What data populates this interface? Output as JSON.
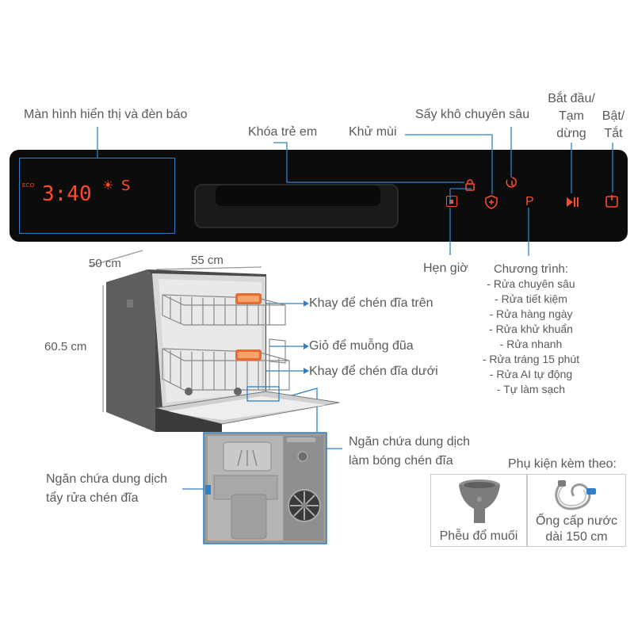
{
  "panel": {
    "display_label": "Màn hình hiển thị và đèn báo",
    "display_value": "3:40",
    "eco_text": "ECO",
    "s_glyph": "S",
    "child_lock": "Khóa trẻ em",
    "deodorize": "Khử mùi",
    "deep_dry": "Sấy khô chuyên sâu",
    "start_pause": [
      "Bắt đầu/",
      "Tạm",
      "dừng"
    ],
    "power": [
      "Bật/",
      "Tắt"
    ],
    "timer": "Hẹn giờ",
    "program_btn_glyph": "P",
    "programs_title": "Chương trình:",
    "programs": [
      "- Rửa chuyên sâu",
      "- Rửa tiết kiệm",
      "- Rửa hàng ngày",
      "- Rửa khử khuẩn",
      "- Rửa nhanh",
      "- Rửa tráng 15 phút",
      "- Rửa AI tự động",
      "- Tự làm sạch"
    ]
  },
  "dimensions": {
    "depth": "50 cm",
    "width": "55 cm",
    "height": "60.5 cm"
  },
  "parts": {
    "upper_rack": "Khay để chén đĩa trên",
    "cutlery_basket": "Giỏ để muỗng đũa",
    "lower_rack": "Khay để chén đĩa dưới",
    "rinse_aid": [
      "Ngăn chứa dung dịch",
      "làm bóng chén đĩa"
    ],
    "detergent": [
      "Ngăn chứa dung dịch",
      "tẩy rửa chén đĩa"
    ]
  },
  "accessories": {
    "title": "Phụ kiện kèm theo:",
    "funnel": "Phễu đổ muối",
    "hose": [
      "Ống cấp nước",
      "dài 150 cm"
    ]
  },
  "colors": {
    "led": "#ff4b2b",
    "callout": "#2f7fc8",
    "panel": "#0c0c0c"
  }
}
